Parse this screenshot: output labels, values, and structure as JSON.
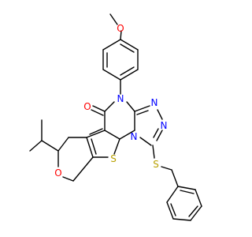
{
  "molecule": {
    "colors": {
      "bond": "#000000",
      "oxygen": "#ff0000",
      "nitrogen": "#0000ff",
      "sulfur": "#b8a000",
      "background": "#ffffff"
    },
    "atom_labels": {
      "o_methoxy": "O",
      "n_ring": "N",
      "o_carbonyl": "O",
      "n_triazole_upper": "N",
      "n_triazole_lower": "N",
      "s_thiophene": "S",
      "n_bridge": "N",
      "s_thioether": "S",
      "o_pyran": "O"
    }
  }
}
